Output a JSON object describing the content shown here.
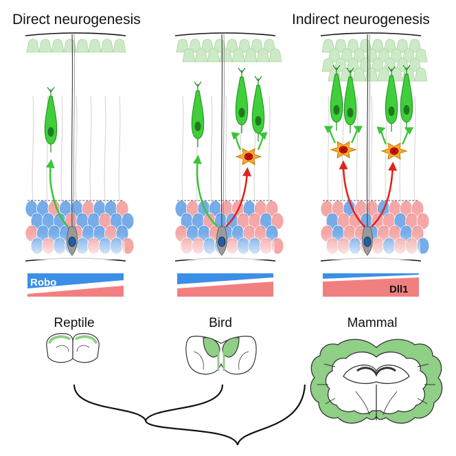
{
  "panels": [
    {
      "title": "Direct neurogenesis",
      "mode": "direct"
    },
    {
      "title": "",
      "mode": "mixed"
    },
    {
      "title": "Indirect neurogenesis",
      "mode": "indirect"
    }
  ],
  "gradient_labels": {
    "robo": "Robo",
    "dll1": "Dll1"
  },
  "species": [
    {
      "label": "Reptile"
    },
    {
      "label": "Bird"
    },
    {
      "label": "Mammal"
    }
  ],
  "colors": {
    "neuron": "#3fcf3a",
    "neuron_outline": "#1e8a1e",
    "neuron_nucleus": "#1f7a1f",
    "layer_cell": "#cdeac7",
    "blue_cell": "#4a90e2",
    "pink_cell": "#f08a8a",
    "robo_bar": "#3c8fe6",
    "dll1_bar": "#f27f80",
    "direct_arrow": "#3cc43a",
    "indirect_arrow": "#e2221d",
    "ip_cell": "#f5a623",
    "brain_fill": "#8fcf86",
    "brain_outline": "#333333"
  }
}
